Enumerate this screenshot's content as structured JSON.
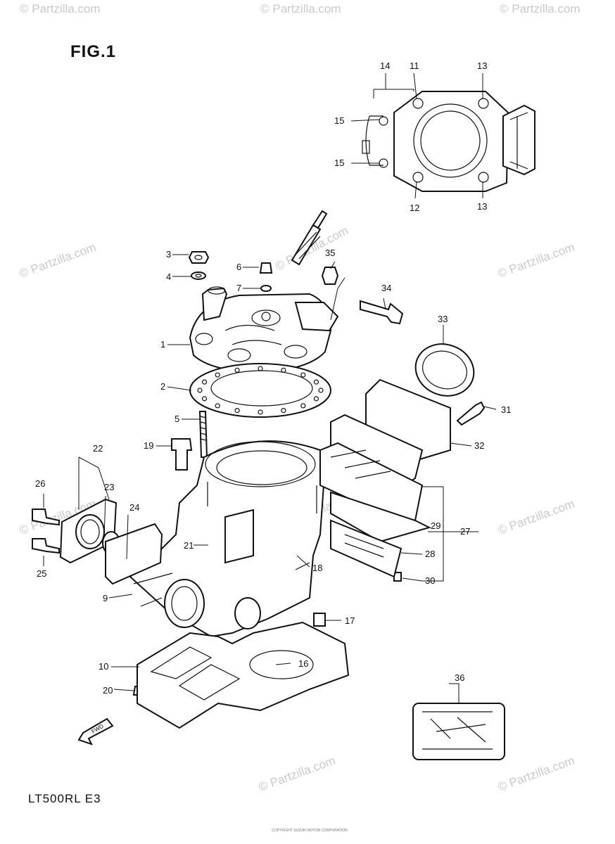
{
  "figure": {
    "title": "FIG.1",
    "model": "LT500RL  E3"
  },
  "watermark": "© Partzilla.com",
  "footer_note": "COPYRIGHT SUZUKI MOTOR CORPORATION",
  "colors": {
    "line": "#111111",
    "watermark": "#c9c9c9",
    "background": "#ffffff"
  },
  "callouts": [
    "1",
    "2",
    "3",
    "4",
    "5",
    "6",
    "7",
    "9",
    "10",
    "11",
    "12",
    "13",
    "14",
    "15",
    "16",
    "17",
    "18",
    "19",
    "20",
    "21",
    "22",
    "23",
    "24",
    "25",
    "26",
    "27",
    "28",
    "29",
    "30",
    "31",
    "32",
    "33",
    "34",
    "35",
    "36"
  ],
  "arrow_label": "FWD"
}
